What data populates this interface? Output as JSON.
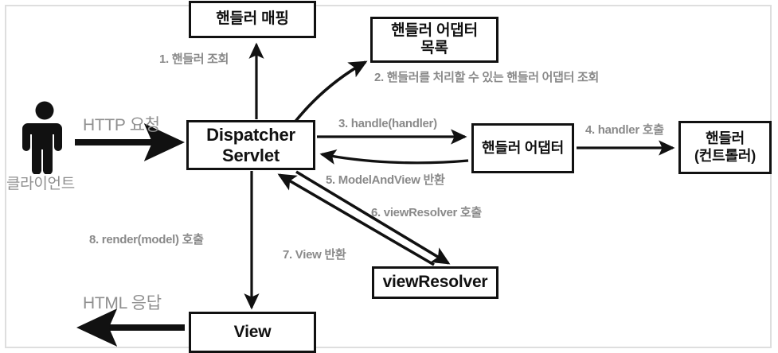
{
  "diagram": {
    "title": "Spring MVC DispatcherServlet flow",
    "frame_color": "#dedede",
    "node_border_color": "#111111",
    "label_color": "#8a8a8a",
    "background": "#ffffff"
  },
  "actor": {
    "icon": "person-icon",
    "label": "클라이언트"
  },
  "nodes": {
    "handler_mapping": {
      "label": "핸들러 매핑"
    },
    "handler_adapter_list": {
      "line1": "핸들러 어댑터",
      "line2": "목록"
    },
    "dispatcher_servlet": {
      "line1": "Dispatcher",
      "line2": "Servlet"
    },
    "handler_adapter": {
      "label": "핸들러 어댑터"
    },
    "controller": {
      "line1": "핸들러",
      "line2": "(컨트롤러)"
    },
    "view_resolver": {
      "label": "viewResolver"
    },
    "view": {
      "label": "View"
    }
  },
  "edges": {
    "http_request": "HTTP 요청",
    "http_response": "HTML 응답",
    "step1": "1. 핸들러 조회",
    "step2": "2. 핸들러를 처리할 수 있는 핸들러 어댑터 조회",
    "step3": "3. handle(handler)",
    "step4": "4. handler 호출",
    "step5": "5. ModelAndView 반환",
    "step6": "6. viewResolver 호출",
    "step7": "7. View 반환",
    "step8": "8. render(model) 호출"
  }
}
